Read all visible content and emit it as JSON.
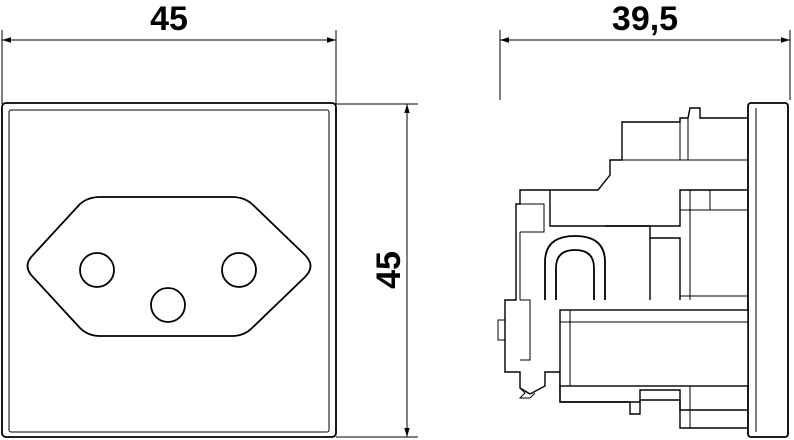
{
  "front_view": {
    "width_label": "45",
    "height_label": "45"
  },
  "side_view": {
    "depth_label": "39,5"
  }
}
